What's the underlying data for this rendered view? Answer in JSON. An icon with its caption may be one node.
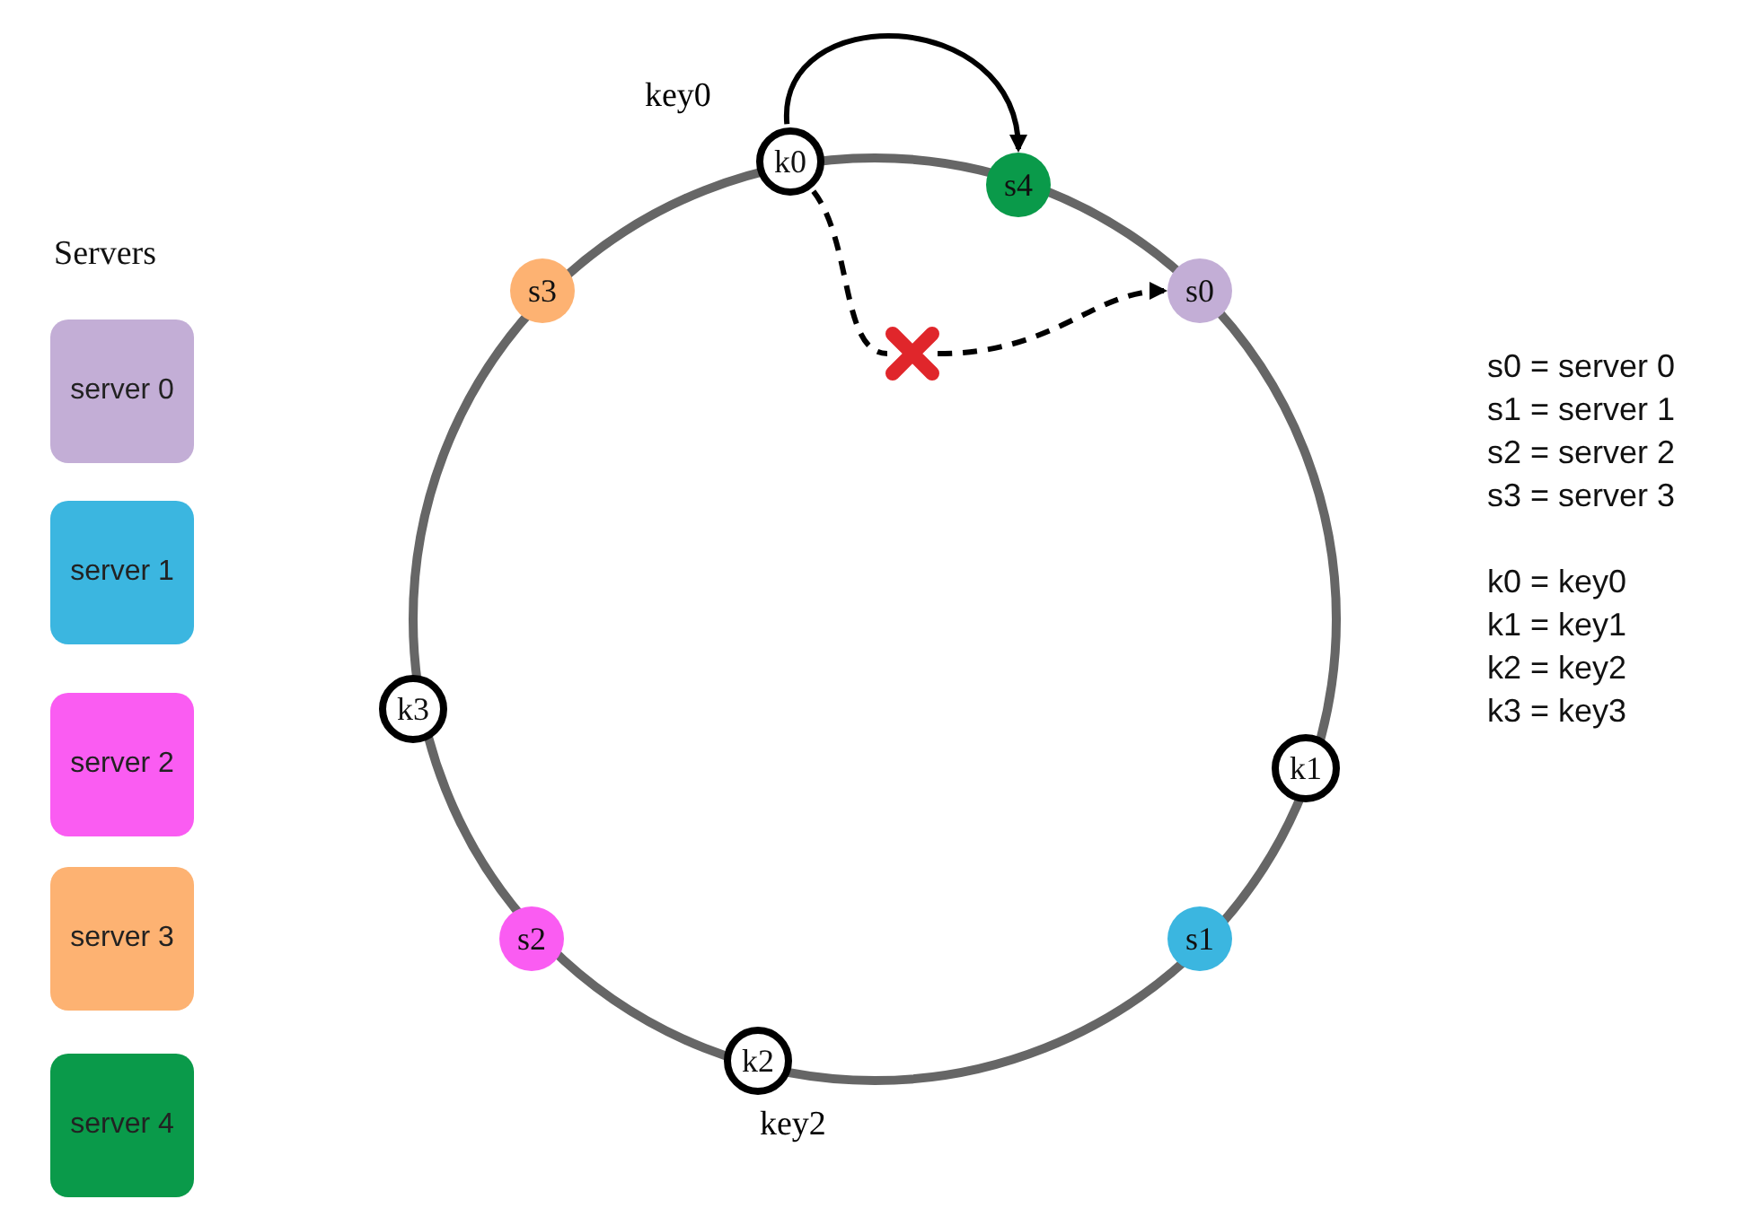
{
  "diagram": {
    "nodes": [
      {
        "text": [
          "server 0"
        ]
      },
      {
        "text": [
          "server 1"
        ]
      },
      {
        "text": [
          "server 2"
        ]
      },
      {
        "text": [
          "server 3"
        ]
      },
      {
        "text": [
          "server 4"
        ]
      },
      {
        "text": [
          "k0"
        ],
        "beside": [
          "key0"
        ]
      },
      {
        "text": [
          "s4"
        ]
      },
      {
        "text": [
          "s3"
        ]
      },
      {
        "text": [
          "s0"
        ]
      },
      {
        "text": [],
        "shape": "cross"
      },
      {
        "text": [
          "k3"
        ]
      },
      {
        "text": [
          "k1"
        ]
      },
      {
        "text": [
          "s2"
        ]
      },
      {
        "text": [
          "s1"
        ]
      },
      {
        "text": [
          "k2"
        ],
        "beside": [
          "key2"
        ]
      }
    ],
    "edges": [
      {
        "from": 5,
        "to": 6,
        "arrow": "to"
      },
      {
        "from": 5,
        "to": 9,
        "arrow": "none",
        "style": "dashed"
      },
      {
        "from": 9,
        "to": 8,
        "arrow": "to",
        "style": "dashed"
      }
    ],
    "labels": [
      "Servers",
      "s0 = server 0",
      "s1 = server 1",
      "s2 = server 2",
      "s3 = server 3",
      "k0 = key0",
      "k1 = key1",
      "k2 = key2",
      "k3 = key3"
    ]
  }
}
